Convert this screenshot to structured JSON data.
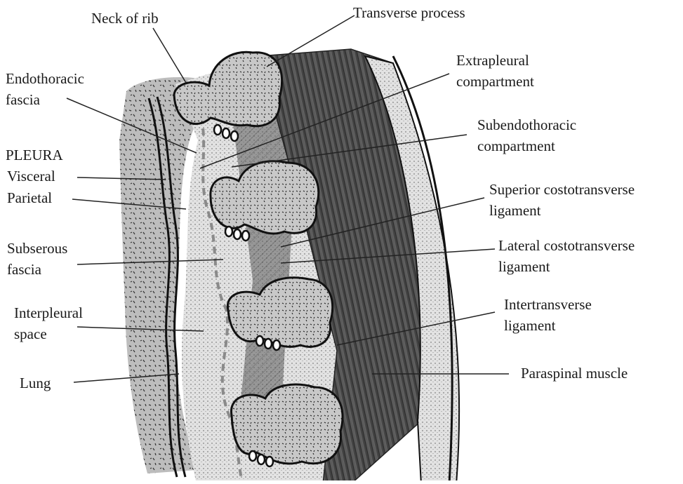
{
  "labels": {
    "neck_of_rib": "Neck of rib",
    "transverse_process": "Transverse process",
    "endothoracic_fascia_1": "Endothoracic",
    "endothoracic_fascia_2": "fascia",
    "extrapleural_1": "Extrapleural",
    "extrapleural_2": "compartment",
    "subendothoracic_1": "Subendothoracic",
    "subendothoracic_2": "compartment",
    "pleura": "PLEURA",
    "visceral": "Visceral",
    "parietal": "Parietal",
    "superior_costo_1": "Superior costotransverse",
    "superior_costo_2": "ligament",
    "subserous_1": "Subserous",
    "subserous_2": "fascia",
    "lateral_costo_1": "Lateral costotransverse",
    "lateral_costo_2": "ligament",
    "interpleural_1": "Interpleural",
    "interpleural_2": "space",
    "intertransverse_1": "Intertransverse",
    "intertransverse_2": "ligament",
    "lung": "Lung",
    "paraspinal": "Paraspinal muscle"
  },
  "colors": {
    "lung": "#b9b9b9",
    "fat": "#d6d6d6",
    "bone": "#c4c4c4",
    "muscle": "#4e4e4e",
    "outline": "#111111",
    "dashed_fascia": "#8a8a8a"
  }
}
